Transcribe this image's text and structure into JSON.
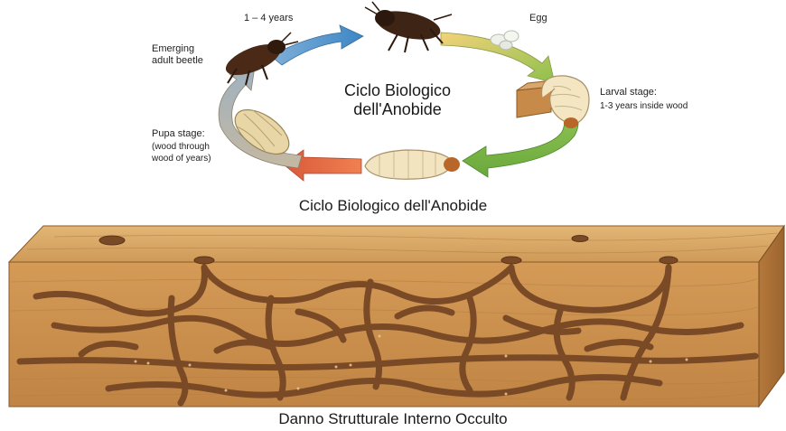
{
  "life_cycle": {
    "center_title": "Ciclo Biologico dell'Anobide",
    "caption": "Ciclo Biologico dell'Anobide",
    "stages": {
      "adult_duration": "1 – 4 years",
      "egg": "Egg",
      "larval_title": "Larval stage:",
      "larval_detail": "1-3 years inside wood",
      "pupa_title": "Pupa stage:",
      "pupa_detail_1": "(wood through",
      "pupa_detail_2": "wood of years)",
      "emerging_1": "Emerging",
      "emerging_2": "adult beetle"
    }
  },
  "wood_section": {
    "caption": "Danno Strutturale Interno Occulto"
  },
  "colors": {
    "arrow_blue": "#4a90c8",
    "arrow_yellow": "#f0c060",
    "arrow_green": "#7ab648",
    "arrow_red": "#e0603a",
    "arrow_grey": "#b8b0a0",
    "wood_top": "#d9a866",
    "wood_front": "#c98e4c",
    "wood_end": "#b67a3a",
    "tunnel": "#7a4a26"
  }
}
